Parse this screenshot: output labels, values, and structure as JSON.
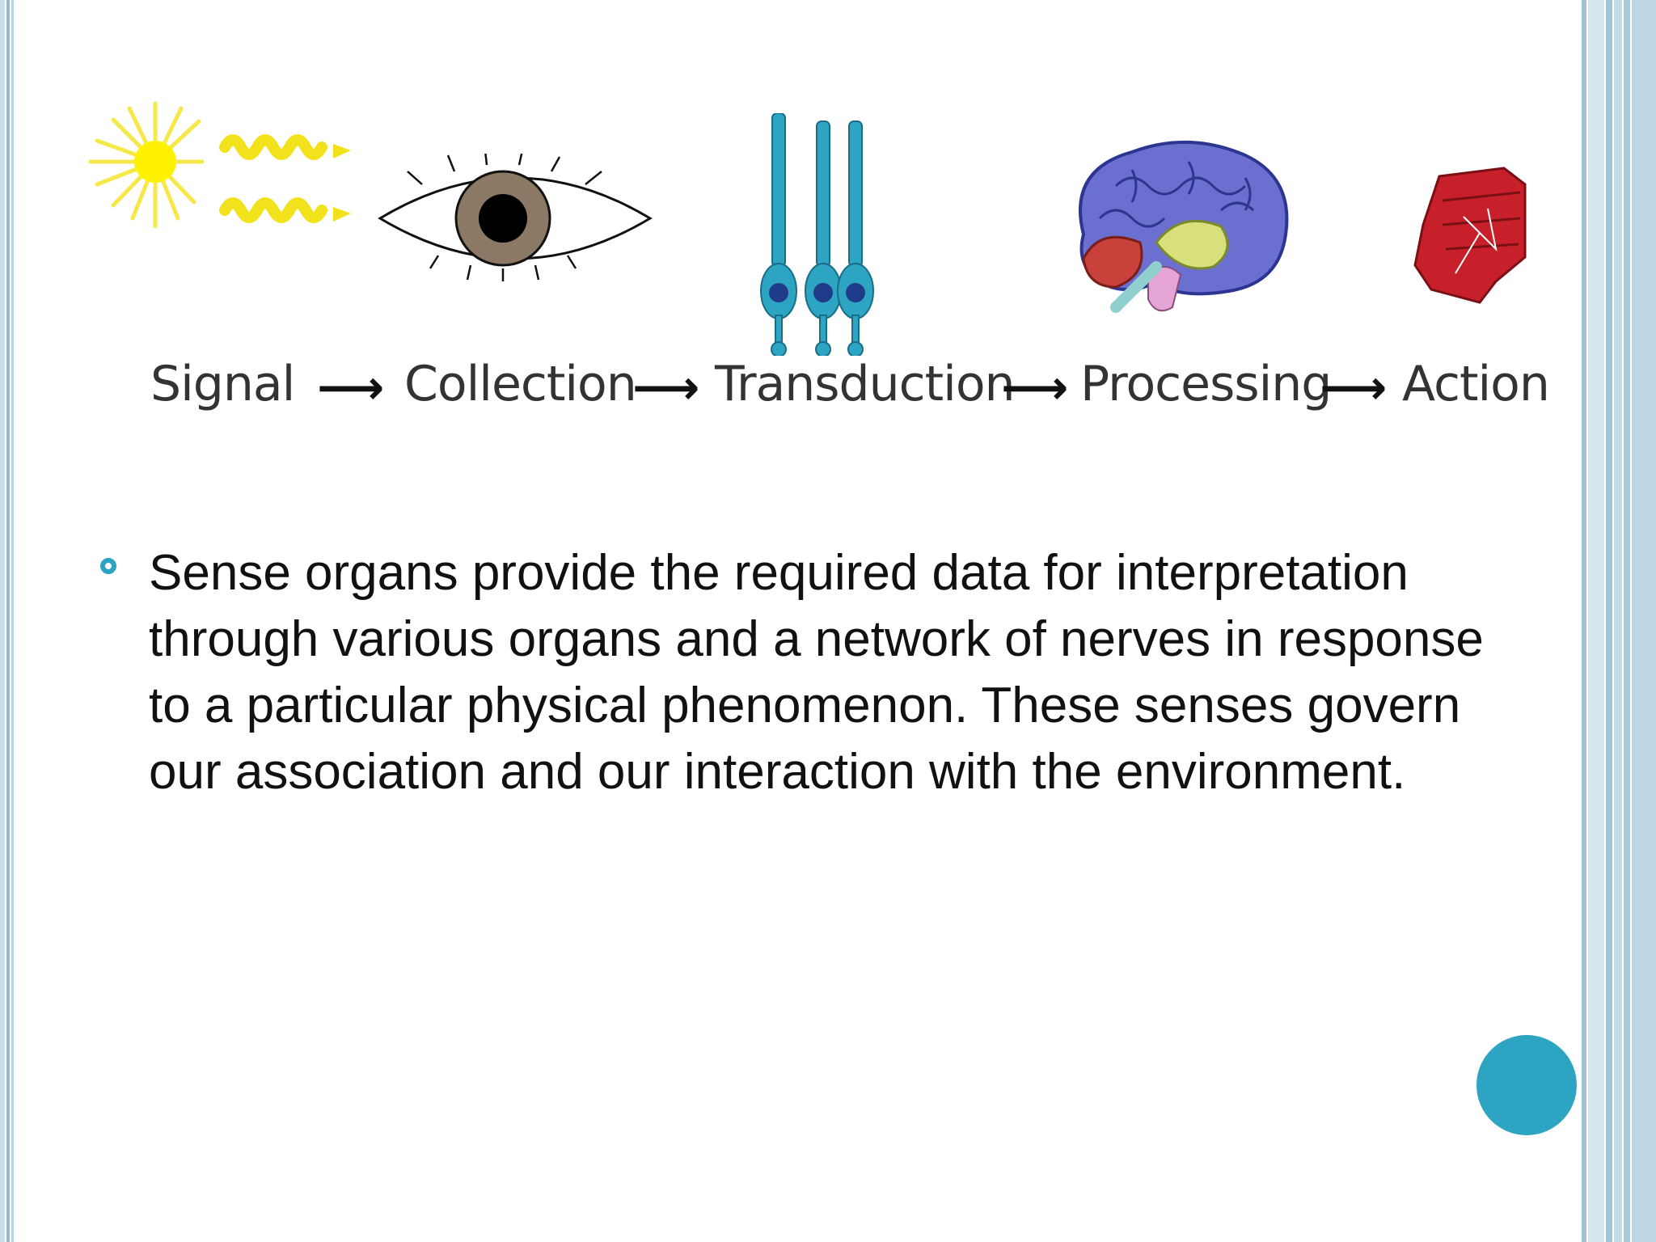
{
  "diagram": {
    "stages": [
      {
        "label": "Signal",
        "icon": "sun-waves-icon"
      },
      {
        "label": "Collection",
        "icon": "eye-icon"
      },
      {
        "label": "Transduction",
        "icon": "receptor-cells-icon"
      },
      {
        "label": "Processing",
        "icon": "brain-icon"
      },
      {
        "label": "Action",
        "icon": "fist-icon"
      }
    ],
    "arrow_glyph": "⟶"
  },
  "content": {
    "bullet": "Sense organs provide the required data for interpretation through various organs and a network of nerves in response to a particular physical phenomenon. These senses govern our association and our interaction with the environment."
  },
  "colors": {
    "accent": "#2ea4c3",
    "border_light": "#d3e6ee",
    "border_mid": "#9fc4d4"
  }
}
